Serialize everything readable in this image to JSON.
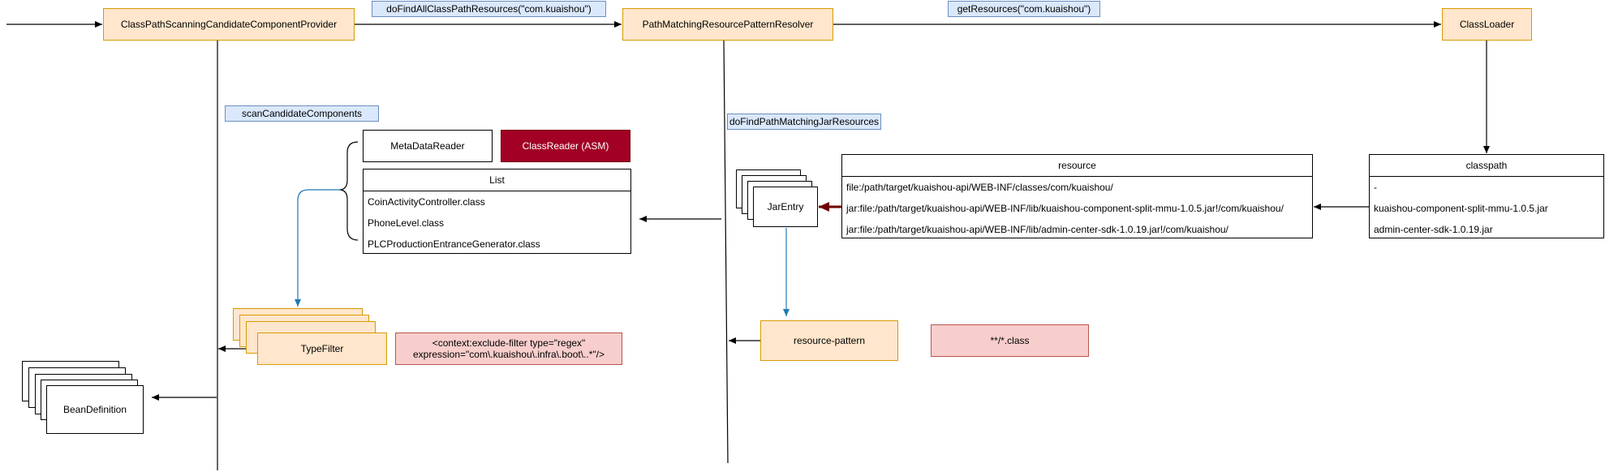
{
  "nodes": {
    "scanning_provider": "ClassPathScanningCandidateComponentProvider",
    "resolver": "PathMatchingResourcePatternResolver",
    "class_loader": "ClassLoader",
    "metadata_reader": "MetaDataReader",
    "class_reader": "ClassReader (ASM)",
    "jar_entry": "JarEntry",
    "type_filter": "TypeFilter",
    "exclude_filter": "<context:exclude-filter type=\"regex\" expression=\"com\\.kuaishou\\.infra\\.boot\\..*\"/>",
    "resource_pattern": "resource-pattern",
    "class_glob": "**/*.class",
    "bean_definition": "BeanDefinition"
  },
  "labels": {
    "do_find_all": "doFindAllClassPathResources(\"com.kuaishou\")",
    "get_resources": "getResources(\"com.kuaishou\")",
    "scan_candidates": "scanCandidateComponents",
    "do_find_jar": "doFindPathMatchingJarResources"
  },
  "list_table": {
    "title": "List",
    "rows": [
      "CoinActivityController.class",
      "PhoneLevel.class",
      "PLCProductionEntranceGenerator.class"
    ]
  },
  "resource_table": {
    "title": "resource",
    "rows": [
      "file:/path/target/kuaishou-api/WEB-INF/classes/com/kuaishou/",
      "jar:file:/path/target/kuaishou-api/WEB-INF/lib/kuaishou-component-split-mmu-1.0.5.jar!/com/kuaishou/",
      "jar:file:/path/target/kuaishou-api/WEB-INF/lib/admin-center-sdk-1.0.19.jar!/com/kuaishou/"
    ]
  },
  "classpath_table": {
    "title": "classpath",
    "rows": [
      "-",
      "kuaishou-component-split-mmu-1.0.5.jar",
      "admin-center-sdk-1.0.19.jar"
    ]
  },
  "colors": {
    "orange_fill": "#ffe6cc",
    "orange_stroke": "#d79b00",
    "blue_fill": "#dae8fc",
    "blue_stroke": "#6c8ebf",
    "dark_red": "#a20025",
    "pink": "#f8cecc",
    "flow_blue": "#1f78b4",
    "arrow_red": "#6f0000"
  }
}
